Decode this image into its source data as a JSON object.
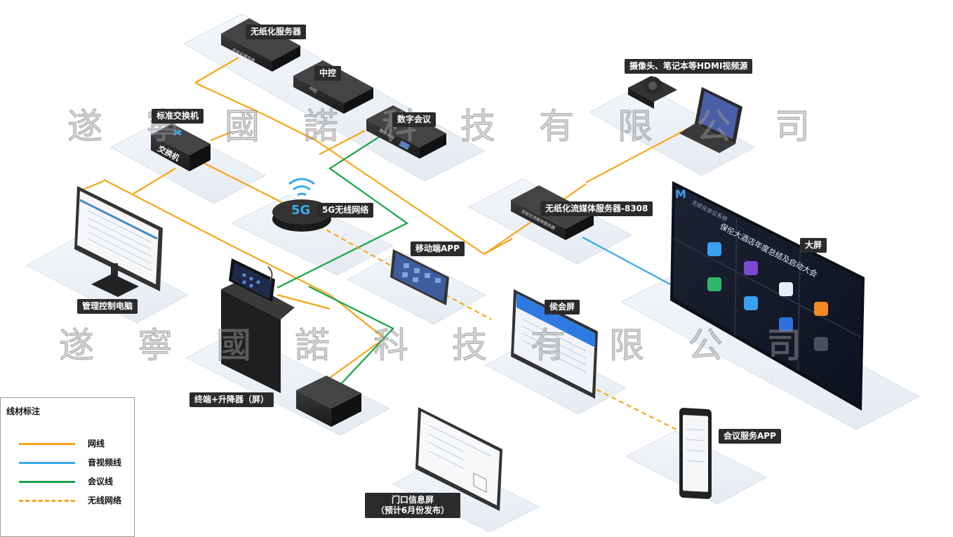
{
  "watermark": {
    "line1": "遂寧國諾科技有限公司",
    "line2": "遂寧國諾科技有限公司"
  },
  "labels": {
    "paperless_server": "无纸化服务器",
    "central_control": "中控",
    "digital_conference": "数字会议",
    "switch": "标准交换机",
    "camera_hdmi": "摄像头、笔记本等HDMI视频源",
    "network_5g": "5G无线网络",
    "streaming_server": "无纸化流媒体服务器-8308",
    "big_screen": "大屏",
    "mobile_app": "移动端APP",
    "admin_pc": "管理控制电脑",
    "conference_screen": "侯会屏",
    "terminal_lifter": "终端+升降器（屏）",
    "meeting_service_app": "会议服务APP",
    "door_screen_line1": "门口信息屏",
    "door_screen_line2": "（预计6月份发布）"
  },
  "device_text": {
    "paperless_server_face": "无纸化服务器",
    "central_control_face": "中控",
    "digital_conference_face": "数字会议",
    "switch_face": "交换机",
    "streaming_face": "无纸化流媒体服务器",
    "five_g": "5G",
    "big_screen_title": "保伦大酒店年度总结及启动大会",
    "big_screen_app": "无纸化会议系统"
  },
  "legend": {
    "title": "线材标注",
    "items": [
      {
        "label": "网线",
        "color": "#f5a71c",
        "style": "solid"
      },
      {
        "label": "音视频线",
        "color": "#39a9e8",
        "style": "solid"
      },
      {
        "label": "会议线",
        "color": "#1aa34a",
        "style": "solid"
      },
      {
        "label": "无线网络",
        "color": "#f5a71c",
        "style": "dashed"
      }
    ]
  },
  "colors": {
    "network": "#f5a71c",
    "av": "#39a9e8",
    "conference": "#1aa34a",
    "platform": "#eef3f8",
    "device": "#2a2a2a"
  }
}
